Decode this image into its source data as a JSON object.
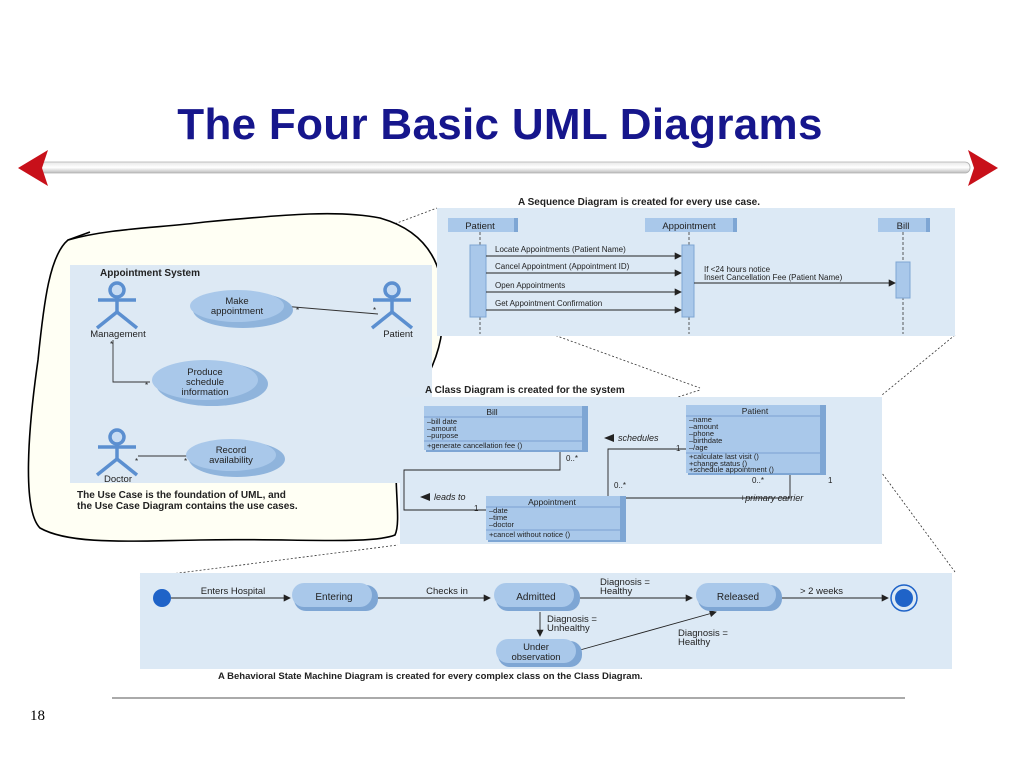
{
  "slide": {
    "title": "The Four Basic UML Diagrams",
    "page_number": "18"
  },
  "colors": {
    "title": "#16168c",
    "panel": "#dce9f5",
    "box": "#a9c8ea",
    "box_dark": "#7ea6d4",
    "arrow_red": "#c8101a"
  },
  "use_case": {
    "title": "Appointment System",
    "actors": [
      "Management",
      "Patient",
      "Doctor"
    ],
    "use_cases": [
      {
        "line1": "Make",
        "line2": "appointment"
      },
      {
        "line1": "Produce",
        "line2": "schedule",
        "line3": "information"
      },
      {
        "line1": "Record",
        "line2": "availability"
      }
    ],
    "multiplicity": "*",
    "caption_line1": "The Use Case is the foundation of UML, and",
    "caption_line2": "the Use Case Diagram contains the use cases."
  },
  "sequence": {
    "heading": "A Sequence Diagram is created for every use case.",
    "lifelines": [
      "Patient",
      "Appointment",
      "Bill"
    ],
    "messages": [
      "Locate Appointments (Patient Name)",
      "Cancel Appointment (Appointment ID)",
      "Open Appointments",
      "Get Appointment Confirmation"
    ],
    "note_line1": "If <24 hours notice",
    "note_line2": "Insert Cancellation Fee (Patient Name)"
  },
  "class_diagram": {
    "heading": "A Class Diagram is created for the system",
    "bill": {
      "name": "Bill",
      "attributes": [
        "–bill date",
        "–amount",
        "–purpose"
      ],
      "operations": [
        "+generate cancellation fee ()"
      ]
    },
    "patient": {
      "name": "Patient",
      "attributes": [
        "–name",
        "–amount",
        "–phone",
        "–birthdate",
        "–/age"
      ],
      "operations": [
        "+calculate last visit ()",
        "+change status ()",
        "+schedule appointment ()"
      ]
    },
    "appointment": {
      "name": "Appointment",
      "attributes": [
        "–date",
        "–time",
        "–doctor"
      ],
      "operations": [
        "+cancel without notice ()"
      ]
    },
    "assoc_schedules": "schedules",
    "assoc_leads_to": "leads to",
    "primary_carrier": "+primary carrier",
    "mult_0n": "0..*",
    "mult_1": "1"
  },
  "state_machine": {
    "states": [
      "Entering",
      "Admitted",
      "Released",
      "Under",
      "observation"
    ],
    "transitions": {
      "enters_hospital": "Enters Hospital",
      "checks_in": "Checks in",
      "diag_healthy_1": "Diagnosis =",
      "diag_healthy_2": "Healthy",
      "diag_unhealthy_1": "Diagnosis =",
      "diag_unhealthy_2": "Unhealthy",
      "two_weeks": "> 2 weeks"
    },
    "caption": "A Behavioral State Machine Diagram is created for every complex class on the Class Diagram."
  }
}
